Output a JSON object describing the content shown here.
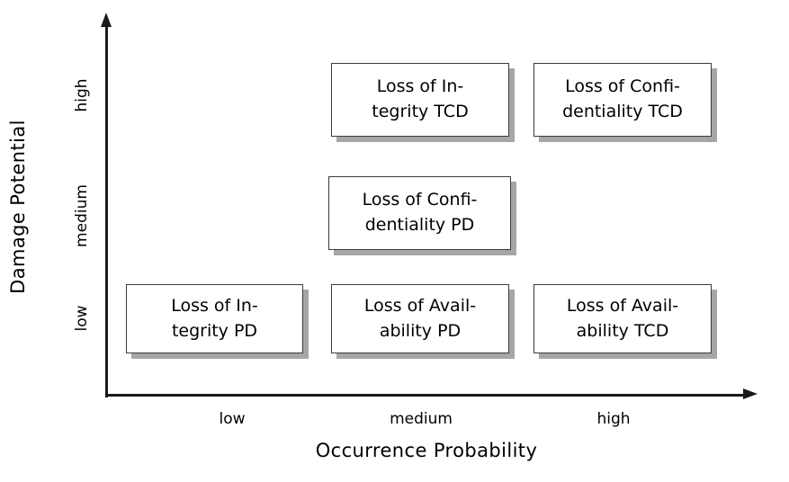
{
  "chart_data": {
    "type": "scatter",
    "title": "",
    "xlabel": "Occurrence Probability",
    "ylabel": "Damage Potential",
    "x_categories": [
      "low",
      "medium",
      "high"
    ],
    "y_categories": [
      "low",
      "medium",
      "high"
    ],
    "grid": false,
    "legend": "none",
    "points": [
      {
        "label": "Loss of Integrity TCD",
        "line1": "Loss of In-",
        "line2": "tegrity TCD",
        "x": "medium",
        "y": "high"
      },
      {
        "label": "Loss of Confidentiality TCD",
        "line1": "Loss of Confi-",
        "line2": "dentiality TCD",
        "x": "high",
        "y": "high"
      },
      {
        "label": "Loss of Confidentiality PD",
        "line1": "Loss of Confi-",
        "line2": "dentiality PD",
        "x": "medium",
        "y": "medium"
      },
      {
        "label": "Loss of Integrity PD",
        "line1": "Loss of In-",
        "line2": "tegrity PD",
        "x": "low",
        "y": "low"
      },
      {
        "label": "Loss of Availability PD",
        "line1": "Loss of Avail-",
        "line2": "ability PD",
        "x": "medium",
        "y": "low"
      },
      {
        "label": "Loss of Availability TCD",
        "line1": "Loss of Avail-",
        "line2": "ability TCD",
        "x": "high",
        "y": "low"
      }
    ]
  },
  "axes": {
    "y": {
      "title": "Damage Potential",
      "ticks": {
        "high": "high",
        "medium": "medium",
        "low": "low"
      }
    },
    "x": {
      "title": "Occurrence Probability",
      "ticks": {
        "low": "low",
        "medium": "medium",
        "high": "high"
      }
    }
  },
  "colors": {
    "axis": "#1a1a1a",
    "box_border": "#3b3b3b",
    "box_fill": "#ffffff",
    "box_shadow": "#a6a6a6",
    "background": "#ffffff",
    "text": "#000000"
  }
}
